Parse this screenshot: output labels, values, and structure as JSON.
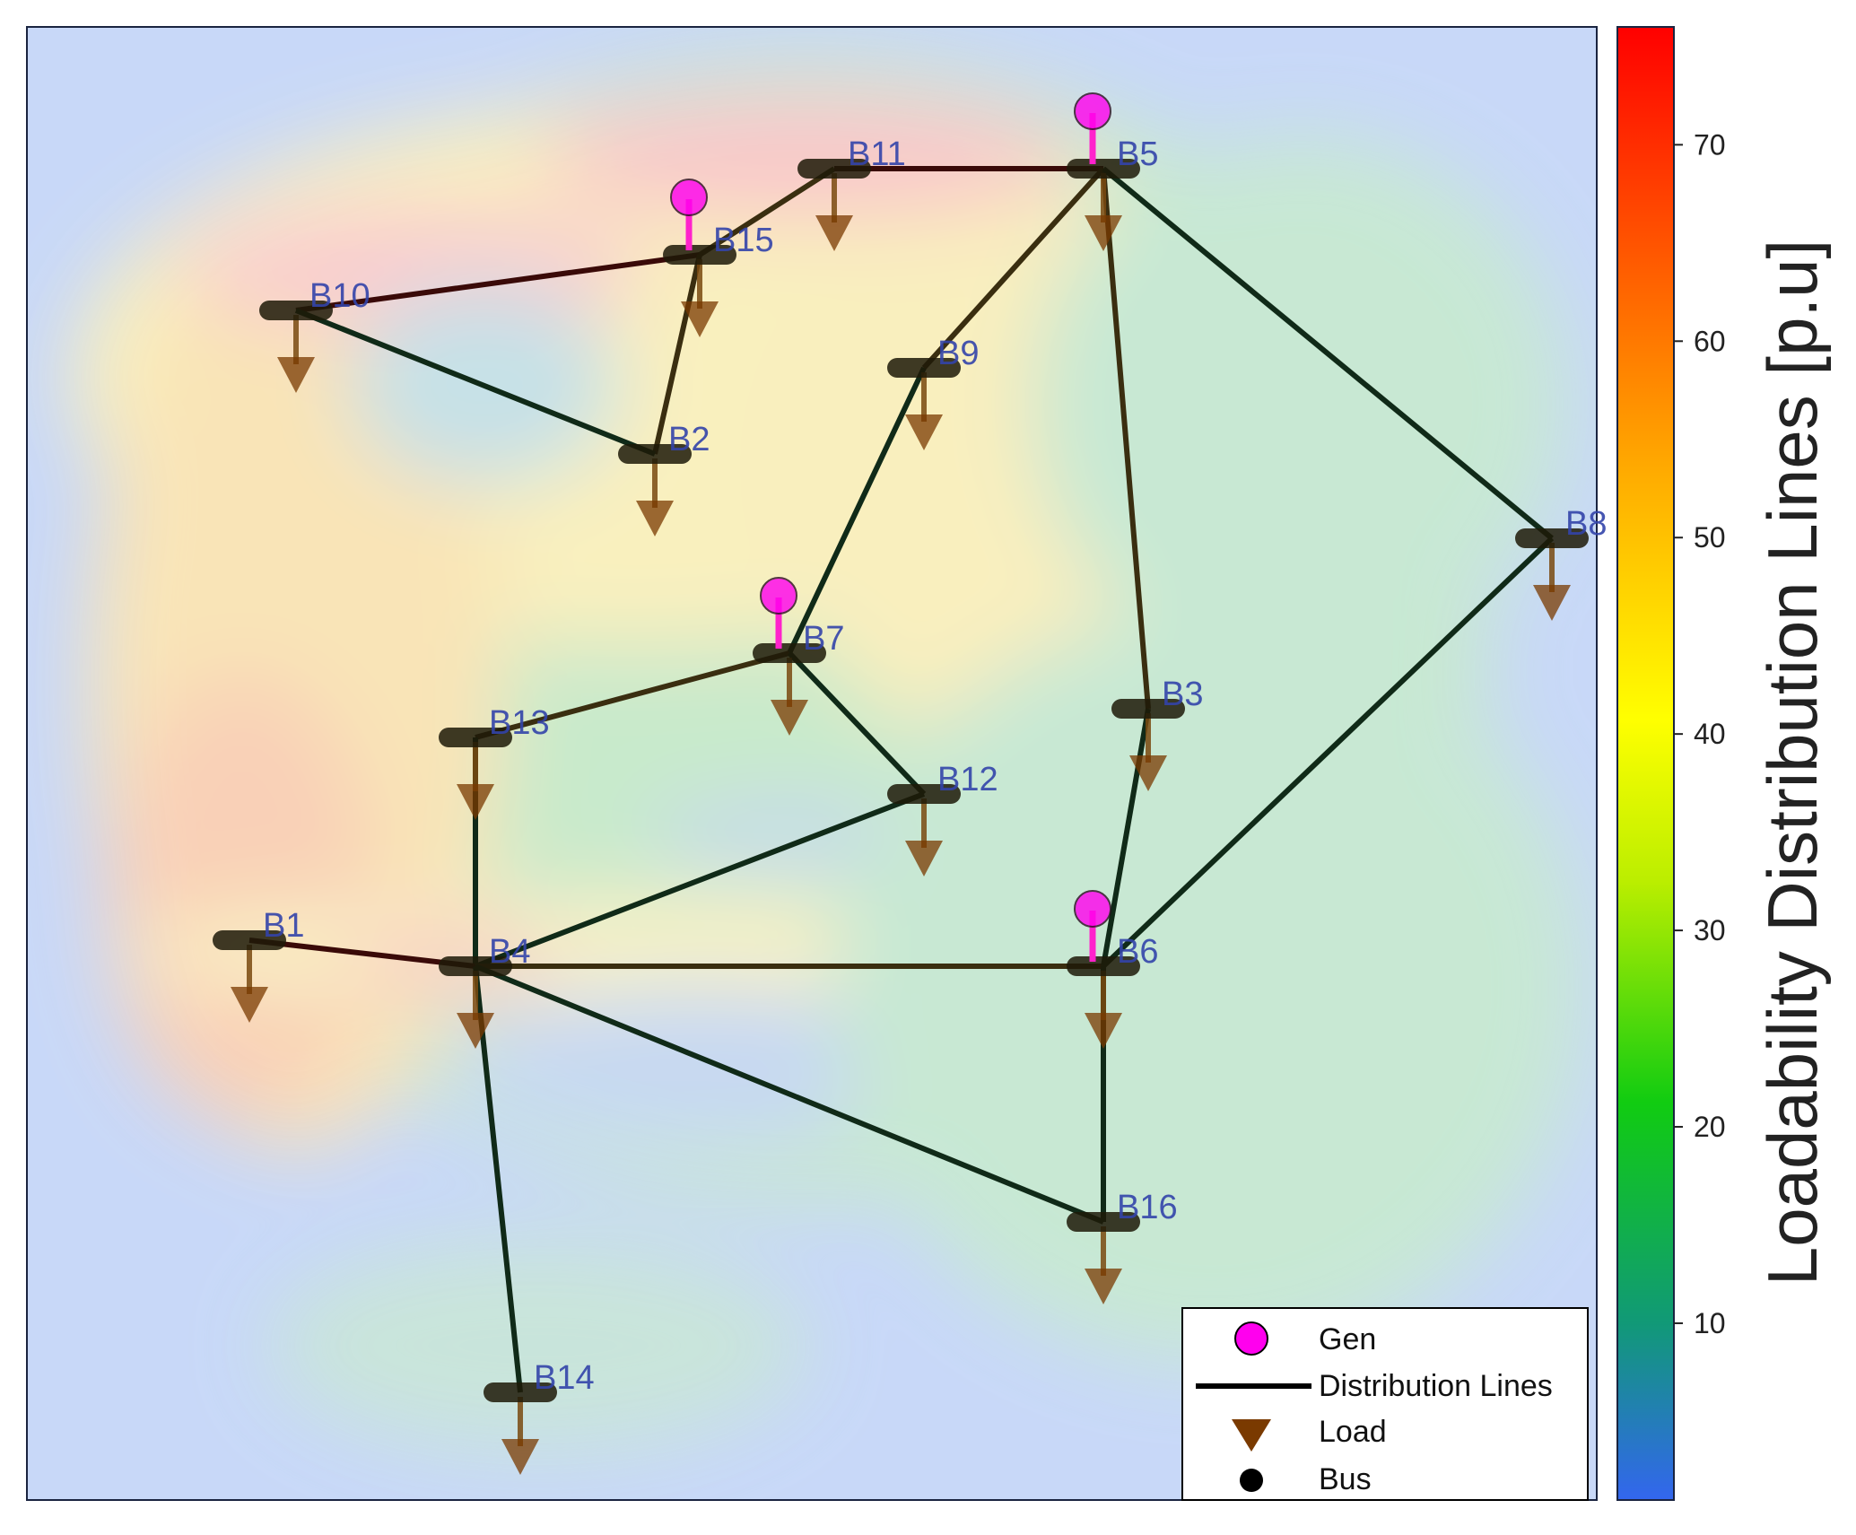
{
  "colorbar": {
    "title": "Loadability Distribution Lines [p.u]",
    "ticks": [
      "10",
      "20",
      "30",
      "40",
      "50",
      "60",
      "70"
    ],
    "range": [
      1,
      76
    ],
    "colors": [
      "#3366ee",
      "#119977",
      "#11cc11",
      "#bbee00",
      "#ffff00",
      "#ffaa00",
      "#ff5500",
      "#ff0000"
    ]
  },
  "legend": {
    "gen": "Gen",
    "lines": "Distribution Lines",
    "load": "Load",
    "bus": "Bus"
  },
  "colors": {
    "gen": "#ff00ee",
    "load": "#7a3a00",
    "bus": "#000000",
    "label": "#3344aa",
    "frame": "#1a2440"
  },
  "buses": [
    {
      "id": "B1",
      "label": "B1",
      "load": true,
      "gen": false
    },
    {
      "id": "B2",
      "label": "B2",
      "load": true,
      "gen": false
    },
    {
      "id": "B3",
      "label": "B3",
      "load": true,
      "gen": false
    },
    {
      "id": "B4",
      "label": "B4",
      "load": true,
      "gen": false
    },
    {
      "id": "B5",
      "label": "B5",
      "load": true,
      "gen": true
    },
    {
      "id": "B6",
      "label": "B6",
      "load": true,
      "gen": true
    },
    {
      "id": "B7",
      "label": "B7",
      "load": true,
      "gen": true
    },
    {
      "id": "B8",
      "label": "B8",
      "load": true,
      "gen": false
    },
    {
      "id": "B9",
      "label": "B9",
      "load": true,
      "gen": false
    },
    {
      "id": "B10",
      "label": "B10",
      "load": true,
      "gen": false
    },
    {
      "id": "B11",
      "label": "B11",
      "load": true,
      "gen": false
    },
    {
      "id": "B12",
      "label": "B12",
      "load": true,
      "gen": false
    },
    {
      "id": "B13",
      "label": "B13",
      "load": true,
      "gen": false
    },
    {
      "id": "B14",
      "label": "B14",
      "load": true,
      "gen": false
    },
    {
      "id": "B15",
      "label": "B15",
      "load": true,
      "gen": true
    },
    {
      "id": "B16",
      "label": "B16",
      "load": true,
      "gen": false
    }
  ],
  "lines": [
    {
      "from": "B10",
      "to": "B15",
      "level": "high"
    },
    {
      "from": "B15",
      "to": "B11",
      "level": "mid"
    },
    {
      "from": "B11",
      "to": "B5",
      "level": "high"
    },
    {
      "from": "B15",
      "to": "B2",
      "level": "mid"
    },
    {
      "from": "B10",
      "to": "B2",
      "level": "low"
    },
    {
      "from": "B5",
      "to": "B9",
      "level": "mid"
    },
    {
      "from": "B5",
      "to": "B3",
      "level": "mid"
    },
    {
      "from": "B5",
      "to": "B8",
      "level": "low"
    },
    {
      "from": "B9",
      "to": "B7",
      "level": "low"
    },
    {
      "from": "B7",
      "to": "B13",
      "level": "mid"
    },
    {
      "from": "B7",
      "to": "B12",
      "level": "low"
    },
    {
      "from": "B13",
      "to": "B4",
      "level": "low"
    },
    {
      "from": "B1",
      "to": "B4",
      "level": "high"
    },
    {
      "from": "B4",
      "to": "B12",
      "level": "low"
    },
    {
      "from": "B4",
      "to": "B6",
      "level": "mid"
    },
    {
      "from": "B4",
      "to": "B16",
      "level": "low"
    },
    {
      "from": "B4",
      "to": "B14",
      "level": "low"
    },
    {
      "from": "B3",
      "to": "B6",
      "level": "low"
    },
    {
      "from": "B8",
      "to": "B6",
      "level": "low"
    },
    {
      "from": "B6",
      "to": "B16",
      "level": "low"
    }
  ]
}
